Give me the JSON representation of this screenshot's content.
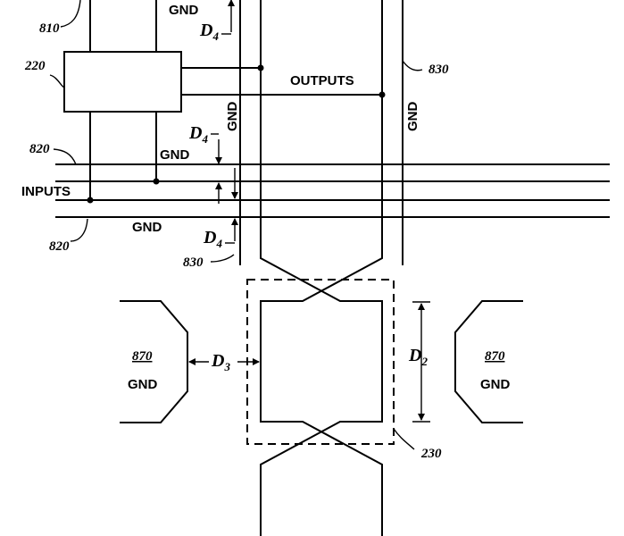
{
  "labels": {
    "gnd": "GND",
    "inputs": "INPUTS",
    "outputs": "OUTPUTS"
  },
  "refs": {
    "r810": "810",
    "r220": "220",
    "r820": "820",
    "r830": "830",
    "r870": "870",
    "r230": "230"
  },
  "dims": {
    "d": "D",
    "sub2": "2",
    "sub3": "3",
    "sub4": "4"
  }
}
